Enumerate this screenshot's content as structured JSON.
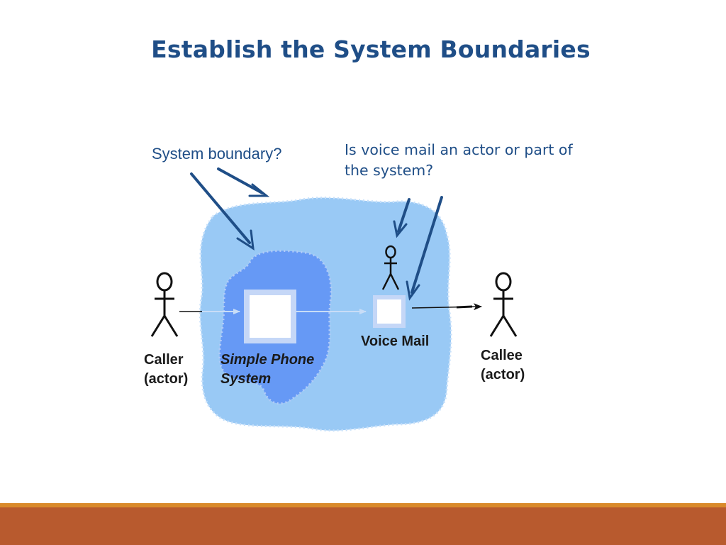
{
  "slide": {
    "title": "Establish the System Boundaries"
  },
  "callouts": {
    "system_boundary": "System boundary?",
    "voice_mail_question": "Is voice mail an actor or part of the system?"
  },
  "actors": {
    "caller": {
      "line1": "Caller",
      "line2": "(actor)"
    },
    "callee": {
      "line1": "Callee",
      "line2": "(actor)"
    }
  },
  "components": {
    "simple_phone_system": {
      "line1": "Simple Phone",
      "line2": "System"
    },
    "voice_mail": "Voice Mail"
  },
  "colors": {
    "title": "#1f4e87",
    "outer_boundary": "#99c9f5",
    "inner_boundary": "#6699f5",
    "arrow": "#1f4e87",
    "footer_rule": "#d98a2b",
    "footer_band": "#b85a2e"
  }
}
